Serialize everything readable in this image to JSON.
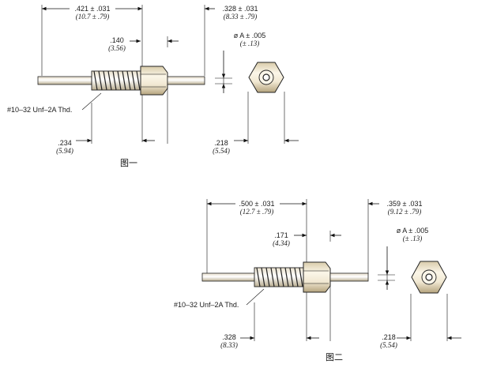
{
  "figures": [
    {
      "caption": "图一",
      "dim_overall": ".421 ± .031",
      "dim_overall_metric": "(10.7 ± .79)",
      "dim_nut": ".140",
      "dim_nut_metric": "(3.56)",
      "dim_tail": ".328 ± .031",
      "dim_tail_metric": "(8.33 ± .79)",
      "dim_diameter": "ø A ± .005",
      "dim_diameter_metric": "(± .13)",
      "thread_label": "#10–32 Unf–2A Thd.",
      "dim_thread_len": ".234",
      "dim_thread_len_metric": "(5.94)",
      "dim_hex": ".218",
      "dim_hex_metric": "(5.54)"
    },
    {
      "caption": "图二",
      "dim_overall": ".500 ± .031",
      "dim_overall_metric": "(12.7 ± .79)",
      "dim_nut": ".171",
      "dim_nut_metric": "(4.34)",
      "dim_tail": ".359 ± .031",
      "dim_tail_metric": "(9.12 ± .79)",
      "dim_diameter": "ø A ± .005",
      "dim_diameter_metric": "(± .13)",
      "thread_label": "#10–32 Unf–2A Thd.",
      "dim_thread_len": ".328",
      "dim_thread_len_metric": "(8.33)",
      "dim_hex": ".218",
      "dim_hex_metric": "(5.54)"
    }
  ]
}
